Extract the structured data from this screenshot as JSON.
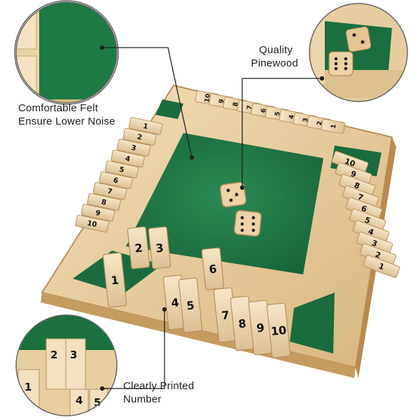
{
  "callouts": {
    "felt": [
      "Comfortable Felt",
      "Ensure Lower Noise"
    ],
    "wood": [
      "Quality",
      "Pinewood"
    ],
    "number": [
      "Clearly Printed",
      "Number"
    ]
  },
  "board": {
    "tile_numbers": [
      "1",
      "2",
      "3",
      "4",
      "5",
      "6",
      "7",
      "8",
      "9",
      "10"
    ]
  },
  "colors": {
    "felt": "#1e7a45",
    "wood": "#e9d2a6",
    "wood_dark": "#c9a56b",
    "line": "#222222"
  }
}
